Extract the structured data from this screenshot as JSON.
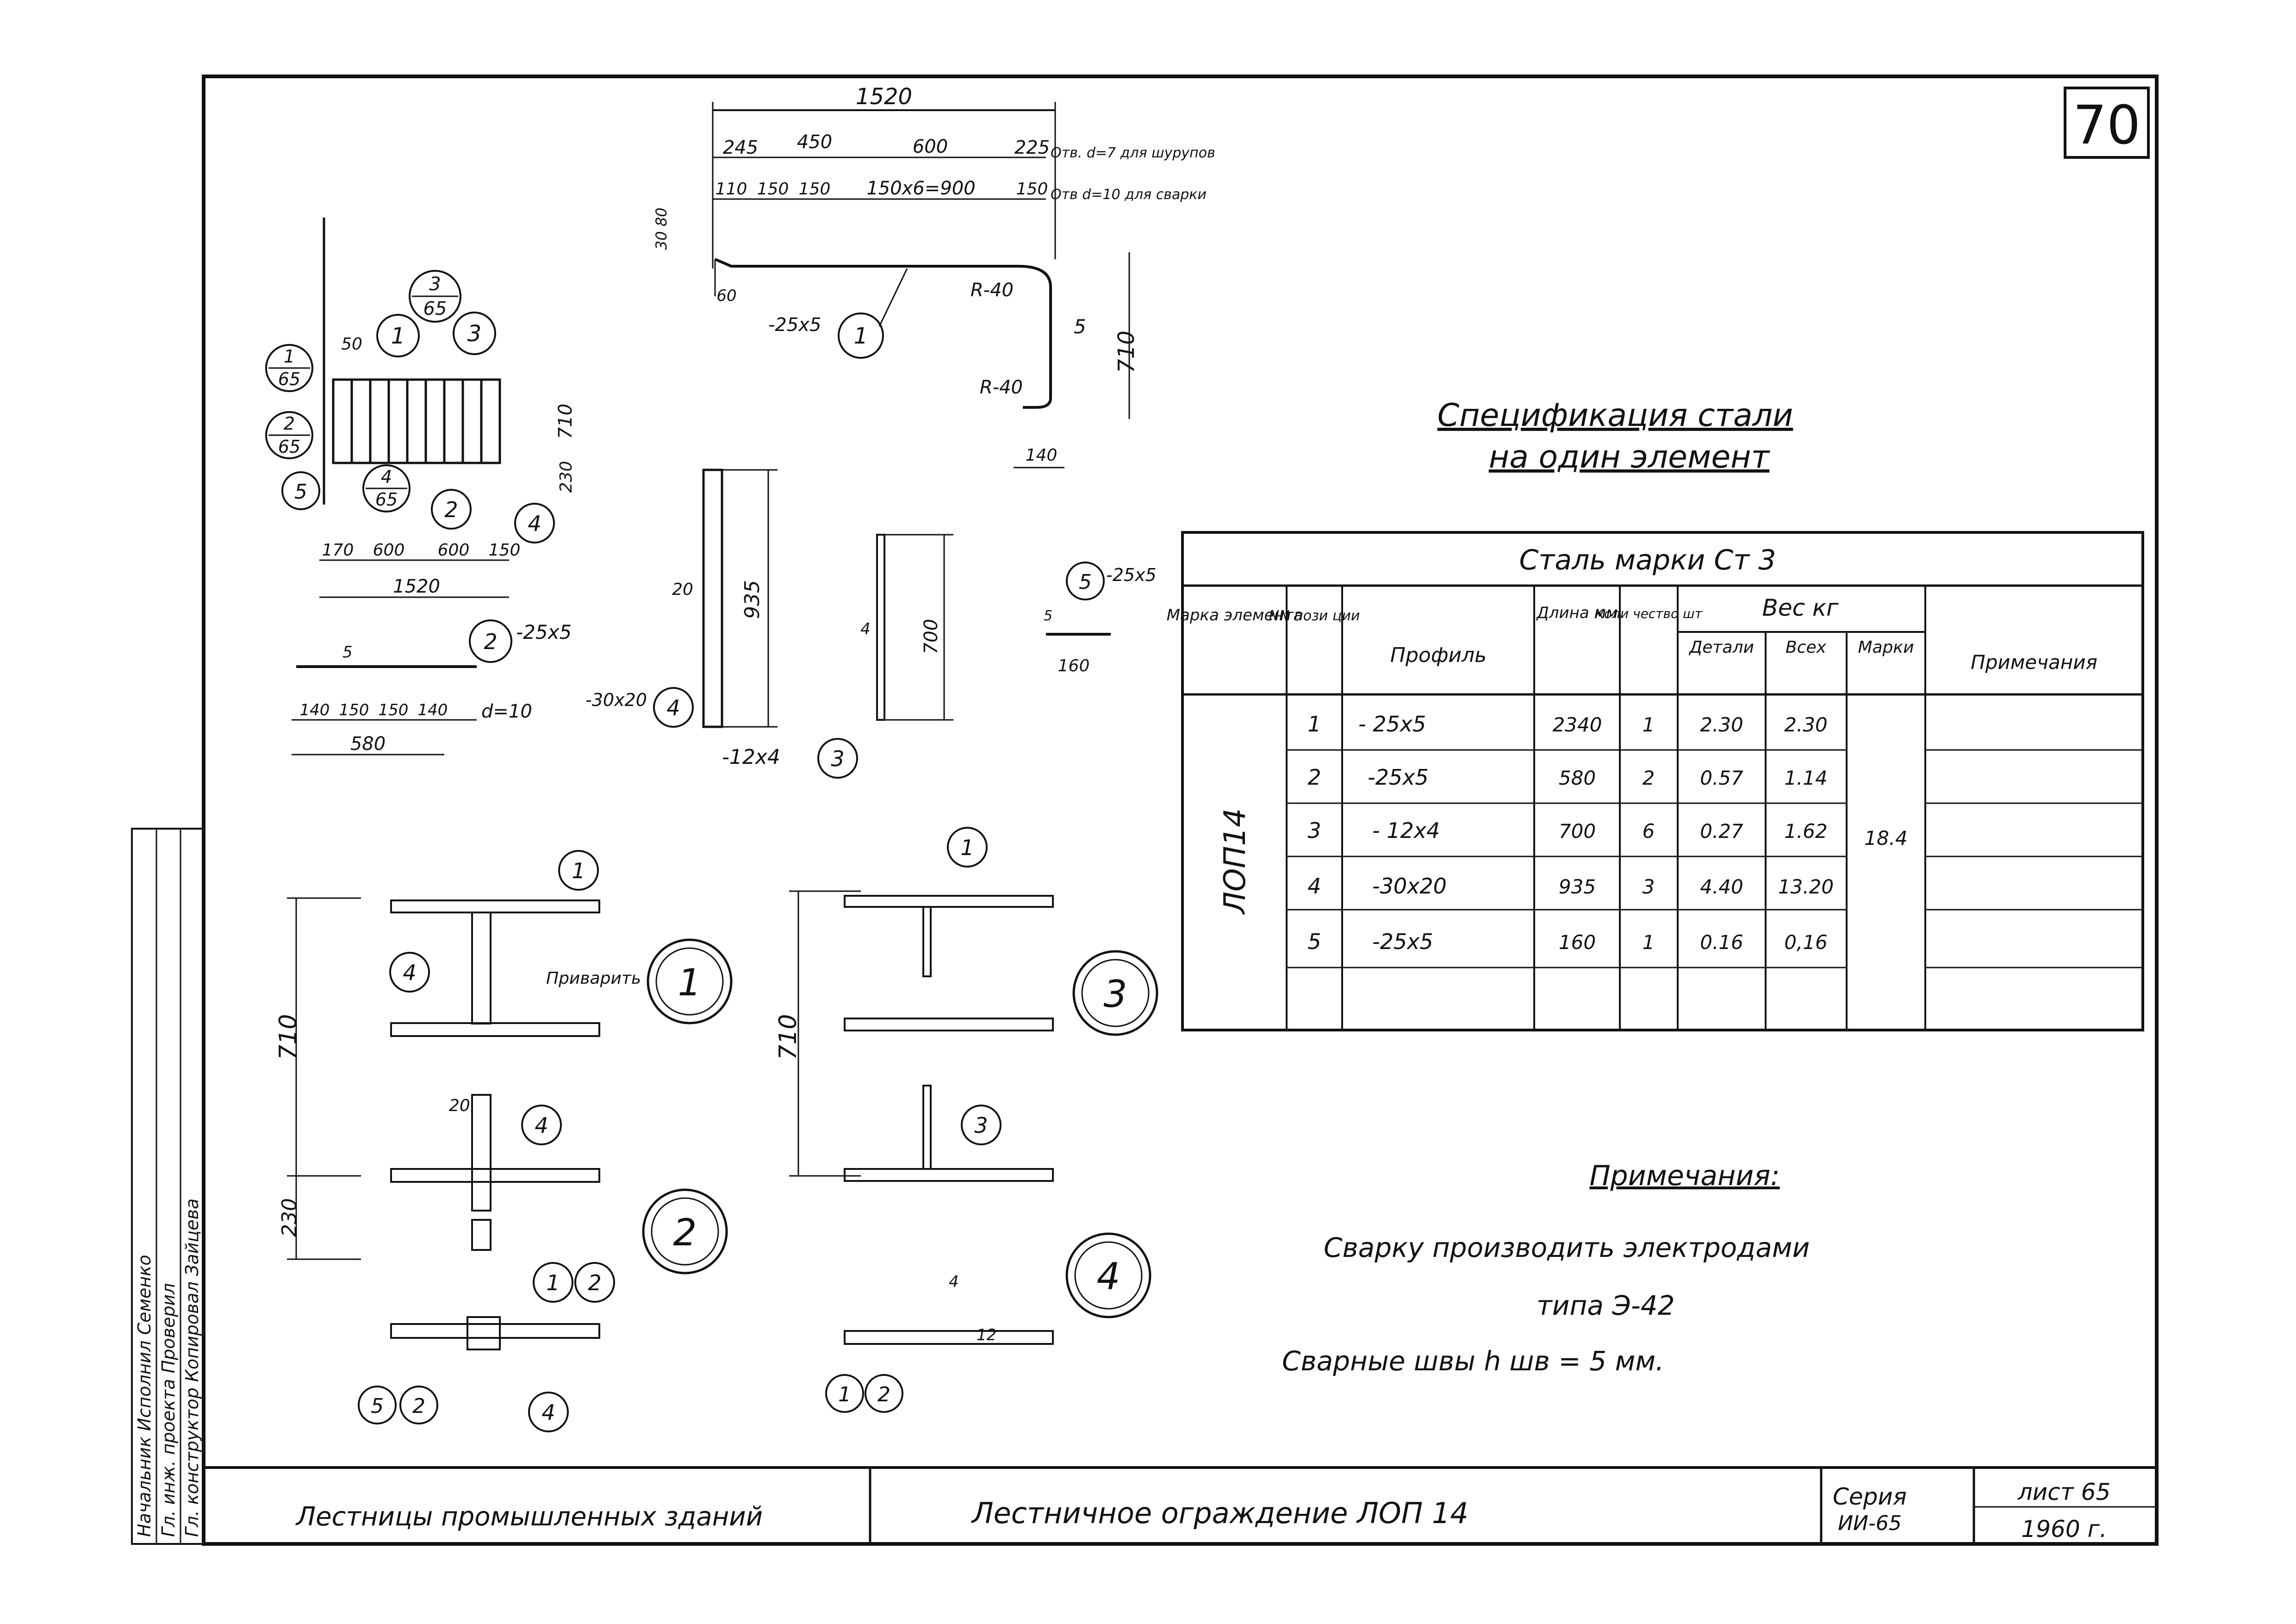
{
  "sheet_number": "70",
  "spec": {
    "title_line1": "Спецификация стали",
    "title_line2": "на один элемент",
    "steel_grade": "Сталь марки Ст 3",
    "headers": {
      "mark": "Марка элемента",
      "pos": "NN пози ции",
      "profile": "Профиль",
      "length": "Длина мм",
      "qty": "Коли чество шт",
      "weight": "Вес кг",
      "detail": "Детали",
      "total": "Всех",
      "marks": "Марки",
      "notes": "Примечания"
    },
    "element_mark": "ЛОП14",
    "total_mark_weight": "18.4",
    "rows": [
      {
        "pos": "1",
        "profile": "- 25x5",
        "length": "2340",
        "qty": "1",
        "detail": "2.30",
        "total": "2.30"
      },
      {
        "pos": "2",
        "profile": "-25x5",
        "length": "580",
        "qty": "2",
        "detail": "0.57",
        "total": "1.14"
      },
      {
        "pos": "3",
        "profile": "- 12x4",
        "length": "700",
        "qty": "6",
        "detail": "0.27",
        "total": "1.62"
      },
      {
        "pos": "4",
        "profile": "-30x20",
        "length": "935",
        "qty": "3",
        "detail": "4.40",
        "total": "13.20"
      },
      {
        "pos": "5",
        "profile": "-25x5",
        "length": "160",
        "qty": "1",
        "detail": "0.16",
        "total": "0,16"
      }
    ]
  },
  "notes": {
    "title": "Примечания:",
    "line1": "Сварку производить электродами",
    "line2": "типа Э-42",
    "line3": "Сварные швы h шв = 5 мм."
  },
  "drawing": {
    "dim_1520": "1520",
    "dim_245": "245",
    "dim_450": "450",
    "dim_600": "600",
    "dim_225": "225",
    "hole7": "Отв. d=7 для шурупов",
    "dim_110": "110",
    "dim_150": "150",
    "dim_150b": "150",
    "dim_150x6": "150x6=900",
    "dim_150c": "150",
    "hole10": "Отв d=10 для сварки",
    "dim_30_80": "30 80",
    "dim_60": "60",
    "r40a": "R-40",
    "r40b": "R-40",
    "dim_710": "710",
    "dim_5": "5",
    "dim_140": "140",
    "strip25": "-25x5",
    "pos1": "1",
    "plan_dim_50": "50",
    "plan_dim_710": "710",
    "plan_dim_230": "230",
    "plan_170": "170",
    "plan_600a": "600",
    "plan_600b": "600",
    "plan_150": "150",
    "plan_1520": "1520",
    "frac_num": "3",
    "frac_65": "65",
    "frac_1": "1",
    "frac_2": "2",
    "frac_4": "4",
    "lbl_5": "5",
    "lbl_2": "2",
    "lbl_4": "4",
    "lbl_3": "3",
    "lbl_1": "1",
    "part2_profile": "-25x5",
    "part2_5": "5",
    "p2_140a": "140",
    "p2_150a": "150",
    "p2_150b": "150",
    "p2_140b": "140",
    "p2_d10": "d=10",
    "p2_580": "580",
    "p4_20": "20",
    "p4_935": "935",
    "p4_profile": "-30x20",
    "p3_4": "4",
    "p3_700": "700",
    "p3_profile": "-12x4",
    "p5_profile": "-25x5",
    "p5_5": "5",
    "p5_160": "160",
    "weld": "Приварить",
    "n1_710": "710",
    "n1_230": "230",
    "n1_20": "20",
    "n3_710": "710",
    "n4_4": "4",
    "n4_12": "12",
    "node1": "1",
    "node2": "2",
    "node3": "3",
    "node4": "4"
  },
  "title_block": {
    "project": "Лестницы промышленных зданий",
    "sheet_title": "Лестничное ограждение ЛОП 14",
    "series_label": "Серия",
    "series_value": "ИИ-65",
    "sheet_label": "лист 65",
    "year": "1960 г.",
    "stamp_rows": [
      "Начальник Исполнил Семенко",
      "Гл. инж. проекта Проверил",
      "Гл. конструктор Копировал Зайцева"
    ]
  }
}
